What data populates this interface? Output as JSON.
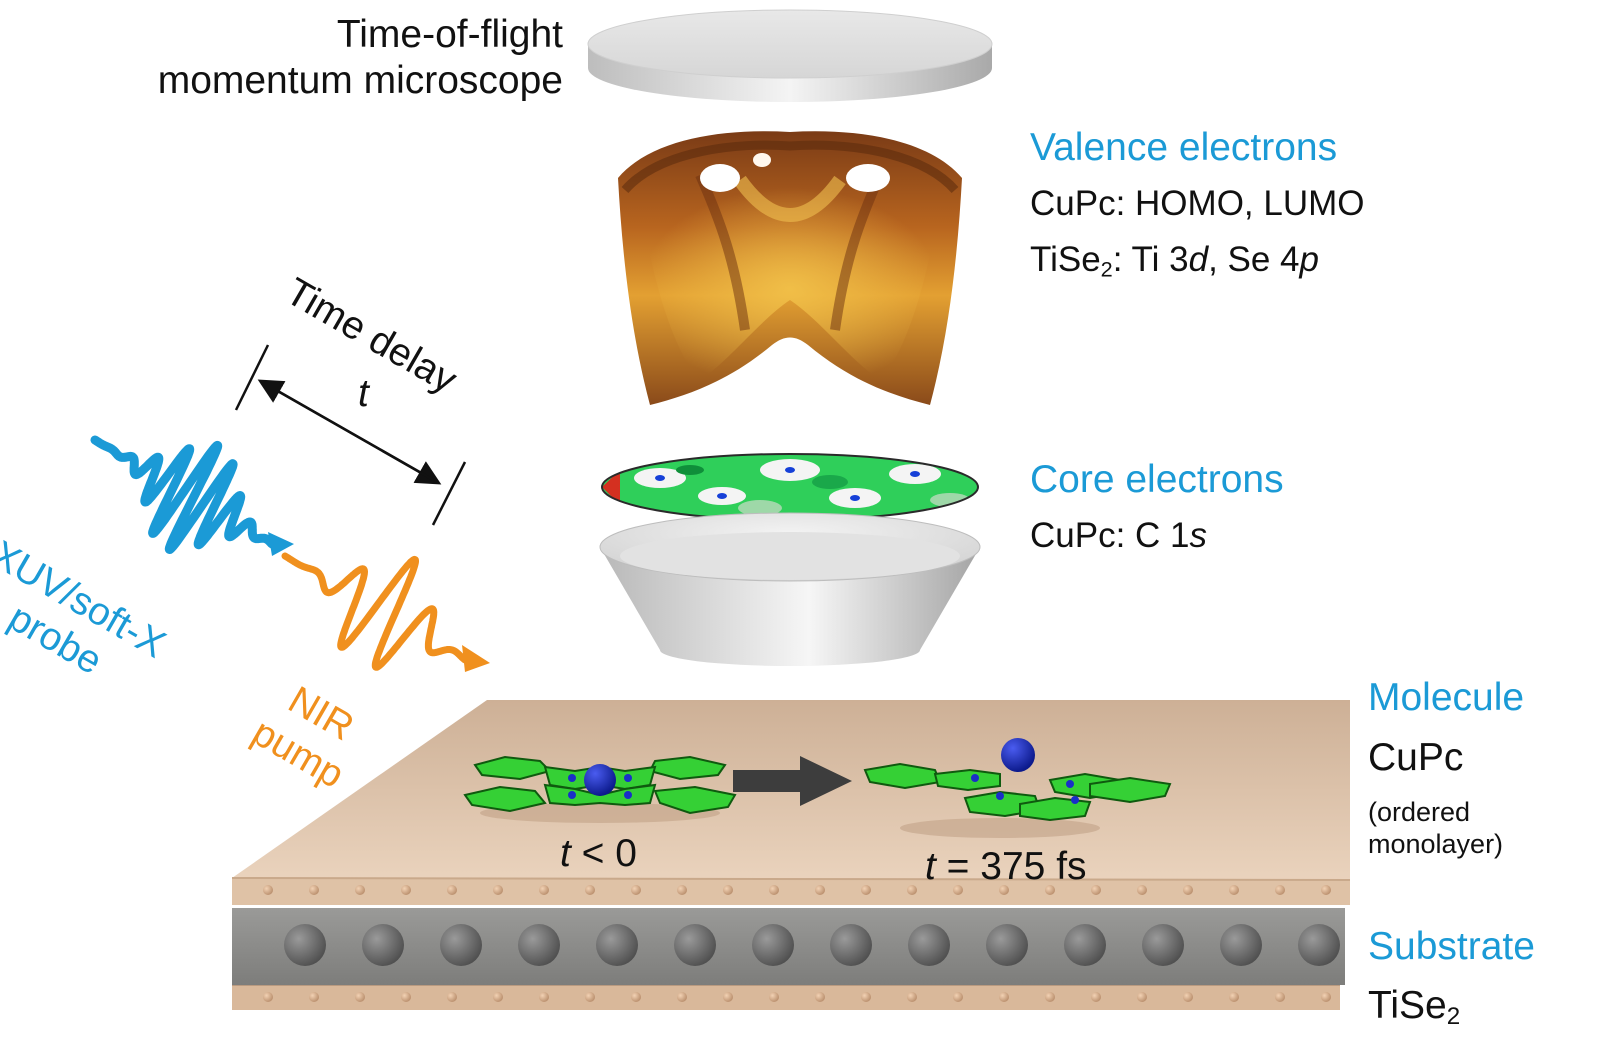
{
  "microscope": {
    "line1": "Time-of-flight",
    "line2": "momentum microscope"
  },
  "valence": {
    "heading": "Valence electrons",
    "line1": "CuPc: HOMO, LUMO",
    "line2_prefix": "TiSe",
    "line2_sub": "2",
    "line2_a": ": Ti 3",
    "line2_d": "d",
    "line2_b": ", Se 4",
    "line2_p": "p"
  },
  "core": {
    "heading": "Core electrons",
    "line1_prefix": "CuPc: C 1",
    "line1_s": "s"
  },
  "time_delay": {
    "label": "Time delay",
    "symbol": "t"
  },
  "probe": {
    "line1": "XUV/soft-X",
    "line2": "probe",
    "color": "#1b9ad6"
  },
  "pump": {
    "line1": "NIR",
    "line2": "pump",
    "color": "#f0901e"
  },
  "states": {
    "before_t": "t",
    "before_rest": " < 0",
    "after_t": "t",
    "after_rest": " = 375 fs"
  },
  "molecule": {
    "heading": "Molecule",
    "name": "CuPc",
    "note1": "(ordered",
    "note2": "monolayer)"
  },
  "substrate": {
    "heading": "Substrate",
    "name_prefix": "TiSe",
    "name_sub": "2"
  },
  "colors": {
    "accent_blue": "#1b9ad6",
    "accent_orange": "#f0901e",
    "molecule_green": "#2ecc2e",
    "copper_atom": "#1a2fc8",
    "surface": "#e2c4a8"
  }
}
